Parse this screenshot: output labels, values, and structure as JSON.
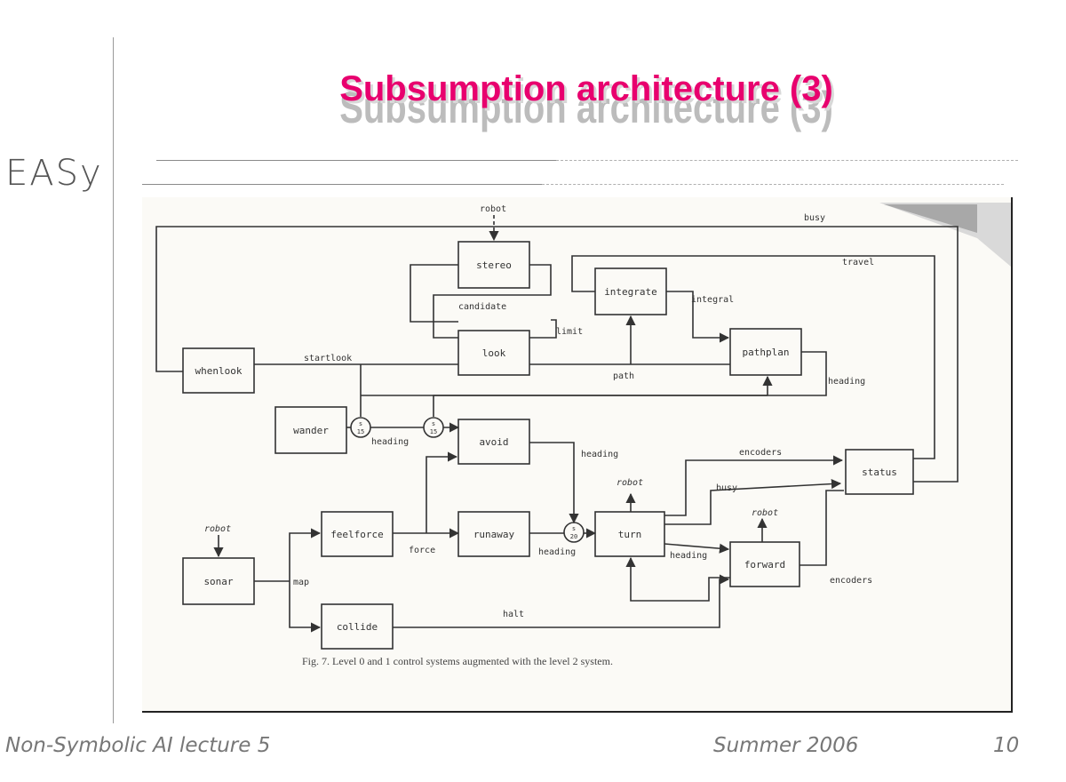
{
  "slide": {
    "title": "Subsumption architecture (3)",
    "brand": "EASy",
    "footer_left": "Non-Symbolic AI lecture 5",
    "footer_center": "Summer 2006",
    "page_number": "10"
  },
  "diagram": {
    "modules": {
      "stereo": "stereo",
      "integrate": "integrate",
      "look": "look",
      "pathplan": "pathplan",
      "whenlook": "whenlook",
      "wander": "wander",
      "avoid": "avoid",
      "status": "status",
      "feelforce": "feelforce",
      "runaway": "runaway",
      "turn": "turn",
      "sonar": "sonar",
      "forward": "forward",
      "collide": "collide"
    },
    "signals": {
      "busy_top": "busy",
      "travel": "travel",
      "candidate": "candidate",
      "limit": "limit",
      "integral": "integral",
      "startlook": "startlook",
      "path": "path",
      "heading_pathplan": "heading",
      "heading_wander": "heading",
      "heading_avoid": "heading",
      "encoders_top": "encoders",
      "busy_turn": "busy",
      "robot_turn": "robot",
      "robot_forward": "robot",
      "robot_sonar": "robot",
      "robot_stereo": "robot",
      "force": "force",
      "heading_runaway": "heading",
      "heading_forward": "heading",
      "map": "map",
      "encoders_forward": "encoders",
      "halt": "halt"
    },
    "suppressors": {
      "s1_top": "s",
      "s1_bottom": "15",
      "s2_top": "s",
      "s2_bottom": "15",
      "s3_top": "s",
      "s3_bottom": "20"
    },
    "caption": "Fig. 7.   Level 0 and 1 control systems augmented with the level 2 system."
  }
}
